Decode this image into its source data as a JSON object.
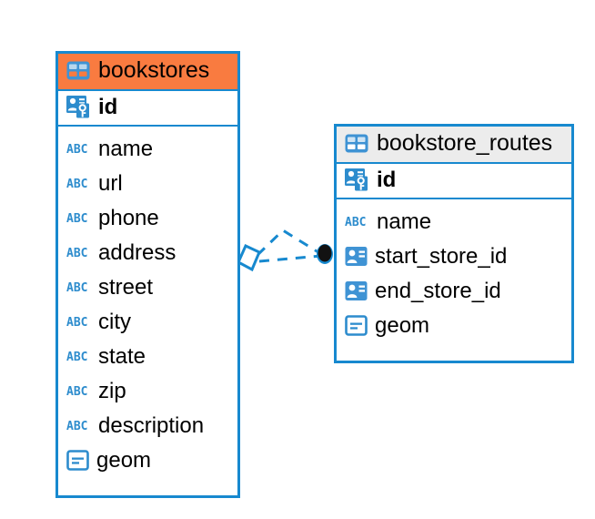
{
  "diagram": {
    "type": "entity-relationship-diagram",
    "background": "#ffffff",
    "accent_blue": "#1789cf",
    "highlight_orange": "#f97b40",
    "header_grey": "#ececec",
    "endpoint_dot": "#121212"
  },
  "tables": [
    {
      "name": "bookstores",
      "header_style": "orange",
      "table_icon": "table-icon",
      "primary_key": {
        "label": "id",
        "icon": "primary-key-icon"
      },
      "fields": [
        {
          "label": "name",
          "icon": "abc-text-icon"
        },
        {
          "label": "url",
          "icon": "abc-text-icon"
        },
        {
          "label": "phone",
          "icon": "abc-text-icon"
        },
        {
          "label": "address",
          "icon": "abc-text-icon"
        },
        {
          "label": "street",
          "icon": "abc-text-icon"
        },
        {
          "label": "city",
          "icon": "abc-text-icon"
        },
        {
          "label": "state",
          "icon": "abc-text-icon"
        },
        {
          "label": "zip",
          "icon": "abc-text-icon"
        },
        {
          "label": "description",
          "icon": "abc-text-icon"
        },
        {
          "label": "geom",
          "icon": "geometry-icon"
        }
      ]
    },
    {
      "name": "bookstore_routes",
      "header_style": "grey",
      "table_icon": "table-icon",
      "primary_key": {
        "label": "id",
        "icon": "primary-key-icon"
      },
      "fields": [
        {
          "label": "name",
          "icon": "abc-text-icon"
        },
        {
          "label": "start_store_id",
          "icon": "foreign-key-icon"
        },
        {
          "label": "end_store_id",
          "icon": "foreign-key-icon"
        },
        {
          "label": "geom",
          "icon": "geometry-icon"
        }
      ]
    }
  ],
  "relationship": {
    "style": "dashed",
    "color": "#1789cf",
    "source_endpoint": "diamond-open",
    "target_endpoint": "filled-circle",
    "from_table": "bookstores",
    "to_table": "bookstore_routes"
  }
}
